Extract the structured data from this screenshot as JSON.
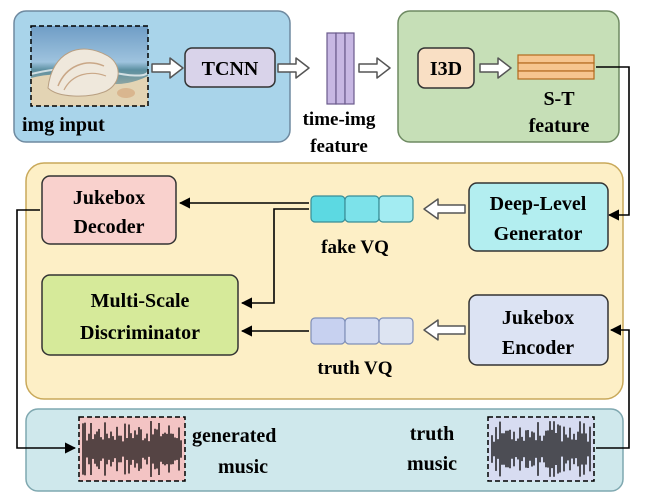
{
  "image_input": {
    "label": "img input"
  },
  "tcnn": {
    "label": "TCNN"
  },
  "time_img_feature": {
    "line1": "time-img",
    "line2": "feature"
  },
  "i3d": {
    "label": "I3D"
  },
  "st_feature": {
    "line1": "S-T",
    "line2": "feature"
  },
  "deep_level_generator": {
    "line1": "Deep-Level",
    "line2": "Generator"
  },
  "fake_vq": {
    "label": "fake VQ"
  },
  "jukebox_decoder": {
    "line1": "Jukebox",
    "line2": "Decoder"
  },
  "multi_scale_discriminator": {
    "line1": "Multi-Scale",
    "line2": "Discriminator"
  },
  "truth_vq": {
    "label": "truth VQ"
  },
  "jukebox_encoder": {
    "line1": "Jukebox",
    "line2": "Encoder"
  },
  "generated_music": {
    "line1": "generated",
    "line2": "music"
  },
  "truth_music": {
    "line1": "truth",
    "line2": "music"
  },
  "colors": {
    "input_panel": "#a9d4ea",
    "feature_panel": "#c6dfb7",
    "gan_panel": "#fdefc6",
    "music_panel": "#cfe8ec",
    "tcnn_box": "#d9d3ea",
    "i3d_box": "#f9dfc4",
    "generator_box": "#b3eef0",
    "decoder_box": "#f9d1cd",
    "discriminator_box": "#d6ea9a",
    "encoder_box": "#dce3f3",
    "fake_vq_cells": "#5cd9e2",
    "truth_vq_cells": "#d3dcf2",
    "feature_stack": "#c7b7e3",
    "st_stack": "#f6c58f"
  }
}
